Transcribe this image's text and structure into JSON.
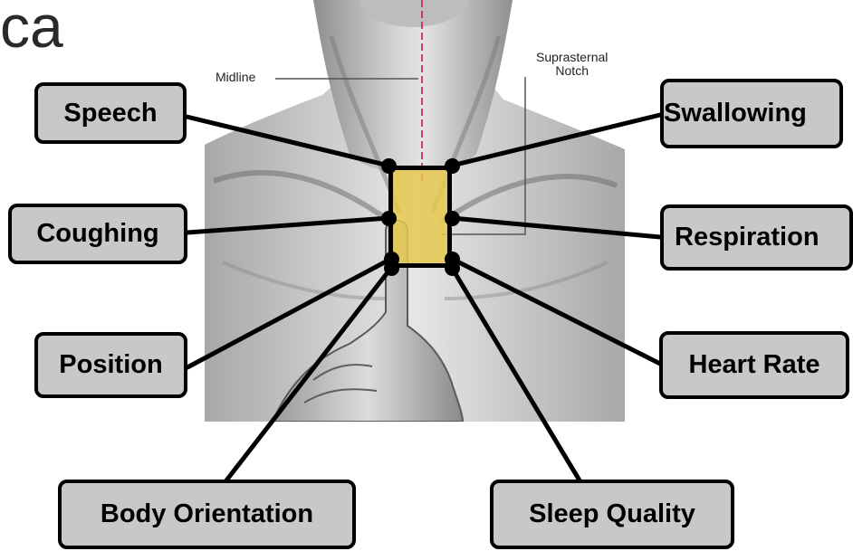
{
  "slide": {
    "title_fragment": "ca"
  },
  "illustration": {
    "midline_label": "Midline",
    "notch_label_line1": "Suprasternal",
    "notch_label_line2": "Notch"
  },
  "labels": {
    "speech": "Speech",
    "coughing": "Coughing",
    "position": "Position",
    "body_orientation": "Body Orientation",
    "swallowing": "Swallowing",
    "respiration": "Respiration",
    "heart_rate": "Heart Rate",
    "sleep_quality": "Sleep Quality"
  },
  "colors": {
    "sensor_fill": "#E8C850",
    "label_fill": "#C8C8C8",
    "outline": "#000000",
    "midline": "#D2367A"
  }
}
